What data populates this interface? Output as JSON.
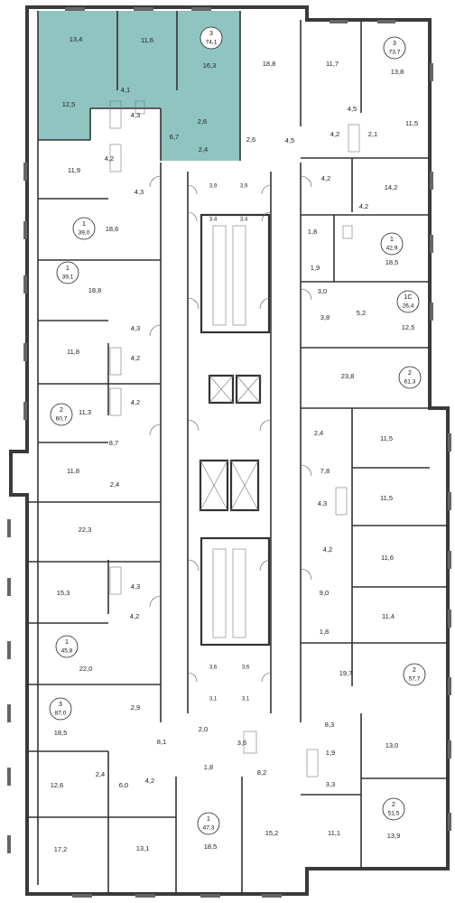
{
  "highlight_color": "#8fc4c0",
  "rooms": [
    {
      "text": "13,4"
    },
    {
      "text": "11,6"
    },
    {
      "text": "16,3"
    },
    {
      "text": "12,5"
    },
    {
      "text": "4,1"
    },
    {
      "text": "4,3"
    },
    {
      "text": "6,7"
    },
    {
      "text": "2,6"
    },
    {
      "text": "2,4"
    },
    {
      "text": "18,8"
    },
    {
      "text": "2,6"
    },
    {
      "text": "4,5"
    },
    {
      "text": "11,7"
    },
    {
      "text": "13,8"
    },
    {
      "text": "11,5"
    },
    {
      "text": "4,5"
    },
    {
      "text": "4,2"
    },
    {
      "text": "2,1"
    },
    {
      "text": "11,9"
    },
    {
      "text": "4,2"
    },
    {
      "text": "4,3"
    },
    {
      "text": "18,6"
    },
    {
      "text": "18,8"
    },
    {
      "text": "4,3"
    },
    {
      "text": "11,8"
    },
    {
      "text": "4,2"
    },
    {
      "text": "4,2"
    },
    {
      "text": "11,3"
    },
    {
      "text": "8,7"
    },
    {
      "text": "11,8"
    },
    {
      "text": "2,4"
    },
    {
      "text": "22,3"
    },
    {
      "text": "15,3"
    },
    {
      "text": "4,3"
    },
    {
      "text": "4,2"
    },
    {
      "text": "22,0"
    },
    {
      "text": "18,5"
    },
    {
      "text": "2,9"
    },
    {
      "text": "8,1"
    },
    {
      "text": "12,6"
    },
    {
      "text": "2,4"
    },
    {
      "text": "6,0"
    },
    {
      "text": "4,2"
    },
    {
      "text": "17,2"
    },
    {
      "text": "13,1"
    },
    {
      "text": "18,5"
    },
    {
      "text": "15,2"
    },
    {
      "text": "2,0"
    },
    {
      "text": "3,6"
    },
    {
      "text": "1,8"
    },
    {
      "text": "8,2"
    },
    {
      "text": "4,2"
    },
    {
      "text": "14,2"
    },
    {
      "text": "4,2"
    },
    {
      "text": "1,8"
    },
    {
      "text": "18,5"
    },
    {
      "text": "1,9"
    },
    {
      "text": "3,0"
    },
    {
      "text": "3,8"
    },
    {
      "text": "5,2"
    },
    {
      "text": "12,5"
    },
    {
      "text": "23,8"
    },
    {
      "text": "2,4"
    },
    {
      "text": "11,5"
    },
    {
      "text": "7,8"
    },
    {
      "text": "11,5"
    },
    {
      "text": "4,3"
    },
    {
      "text": "4,2"
    },
    {
      "text": "11,6"
    },
    {
      "text": "9,0"
    },
    {
      "text": "11,4"
    },
    {
      "text": "1,8"
    },
    {
      "text": "19,7"
    },
    {
      "text": "8,3"
    },
    {
      "text": "13,0"
    },
    {
      "text": "1,9"
    },
    {
      "text": "3,3"
    },
    {
      "text": "11,1"
    },
    {
      "text": "13,9"
    },
    {
      "text": "3,9"
    },
    {
      "text": "3,9"
    },
    {
      "text": "3,4"
    },
    {
      "text": "3,4"
    },
    {
      "text": "3,6"
    },
    {
      "text": "3,6"
    },
    {
      "text": "3,1"
    },
    {
      "text": "3,1"
    }
  ],
  "apartments": [
    {
      "rooms": "3",
      "area": "74,1"
    },
    {
      "rooms": "3",
      "area": "73,7"
    },
    {
      "rooms": "1",
      "area": "39,0"
    },
    {
      "rooms": "1",
      "area": "42,9"
    },
    {
      "rooms": "1",
      "area": "39,1"
    },
    {
      "rooms": "1С",
      "area": "26,4"
    },
    {
      "rooms": "2",
      "area": "61,3"
    },
    {
      "rooms": "2",
      "area": "60,7"
    },
    {
      "rooms": "2",
      "area": "57,7"
    },
    {
      "rooms": "1",
      "area": "45,8"
    },
    {
      "rooms": "3",
      "area": "87,0"
    },
    {
      "rooms": "1",
      "area": "47,3"
    },
    {
      "rooms": "2",
      "area": "51,5"
    }
  ]
}
